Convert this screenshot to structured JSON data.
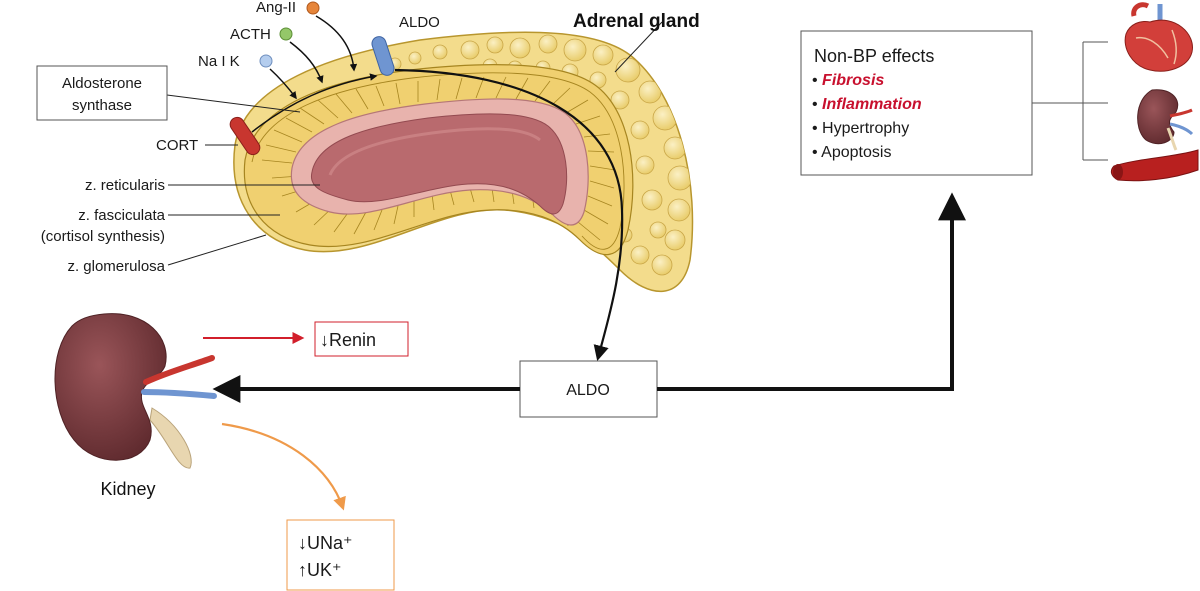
{
  "title": "Adrenal gland",
  "inputs": {
    "ang2": "Ang-II",
    "acth": "ACTH",
    "nak": "Na I K",
    "aldo_top": "ALDO",
    "cort": "CORT"
  },
  "synthase_box": {
    "line1": "Aldosterone",
    "line2": "synthase"
  },
  "zones": {
    "reticularis": "z. reticularis",
    "fasciculata": "z. fasciculata",
    "fasciculata_note": "(cortisol synthesis)",
    "glomerulosa": "z. glomerulosa"
  },
  "aldo_center": "ALDO",
  "renin": {
    "arrow": "↓",
    "label": "Renin"
  },
  "kidney_label": "Kidney",
  "urine": {
    "na": "↓UNa⁺",
    "k": "↑UK⁺"
  },
  "non_bp": {
    "title": "Non-BP effects",
    "bullet": "•",
    "items": [
      {
        "label": "Fibrosis",
        "highlight": true
      },
      {
        "label": "Inflammation",
        "highlight": true
      },
      {
        "label": "Hypertrophy",
        "highlight": false
      },
      {
        "label": "Apoptosis",
        "highlight": false
      }
    ]
  },
  "colors": {
    "capsule": "#f3dc8c",
    "cortex": "#f0d070",
    "medulla_outer": "#e8b3ad",
    "medulla_inner": "#b96a6e",
    "kidney": "#7a3b3f",
    "red_accent": "#d21f2b",
    "orange_accent": "#ef9a4a"
  },
  "icons": [
    "heart-icon",
    "kidney-small-icon",
    "blood-vessel-icon",
    "kidney-icon"
  ]
}
